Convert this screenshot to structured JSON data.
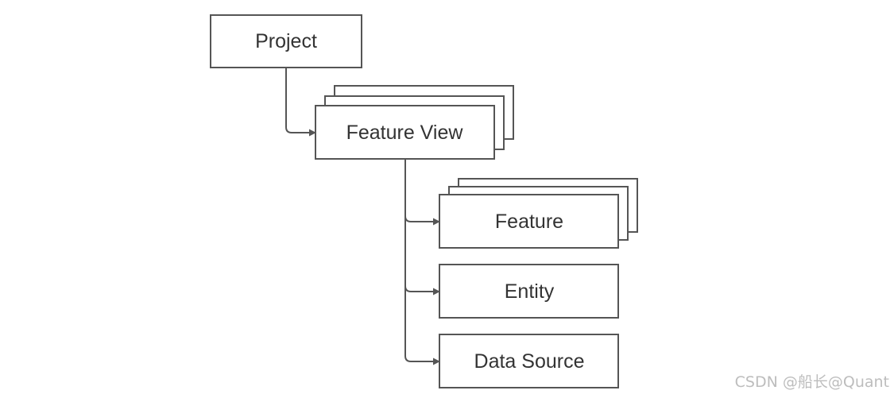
{
  "nodes": {
    "project": "Project",
    "feature_view": "Feature View",
    "feature": "Feature",
    "entity": "Entity",
    "data_source": "Data Source"
  },
  "watermark": "CSDN @船长@Quant",
  "colors": {
    "stroke": "#555555",
    "text": "#333333",
    "watermark": "#bdbdbd"
  }
}
